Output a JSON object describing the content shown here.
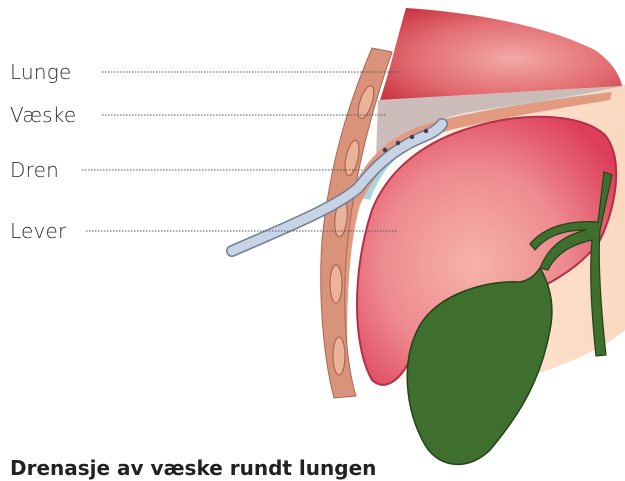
{
  "labels": {
    "lung": "Lunge",
    "fluid": "Væske",
    "drain": "Dren",
    "liver": "Lever"
  },
  "caption": "Drenasje av væske rundt lungen",
  "colors": {
    "lung": "#d9414f",
    "fluid": "#a9d6e0",
    "chest_wall": "#d9937a",
    "rib": "#ecb39b",
    "diaphragm": "#e39a7e",
    "liver": "#e04a62",
    "liver_highlight": "#f4a7a1",
    "gallbladder": "#3f6f2f",
    "drain_tube": "#c9d3e6",
    "background_tissue": "#fde3cf"
  }
}
